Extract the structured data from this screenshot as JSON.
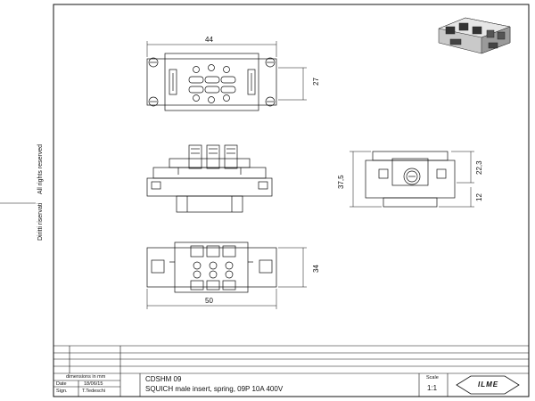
{
  "side_note": {
    "rights_reserved": "All rights reserved",
    "diritti_riservati": "Diritti riservati"
  },
  "dimensions": {
    "top_width": "44",
    "top_height": "27",
    "side_height": "37,5",
    "side_upper": "22,3",
    "side_lower": "12",
    "bottom_height": "34",
    "bottom_width": "50"
  },
  "title_block": {
    "units_label": "dimensions in mm",
    "date_label": "Date",
    "date_value": "18/06/15",
    "sign_label": "Sign.",
    "sign_value": "T.Tedeschi",
    "part_code": "CDSHM 09",
    "description": "SQUICH male insert, spring, 09P 10A 400V",
    "scale_label": "Scale",
    "scale_value": "1:1",
    "logo_text": "ILME"
  }
}
